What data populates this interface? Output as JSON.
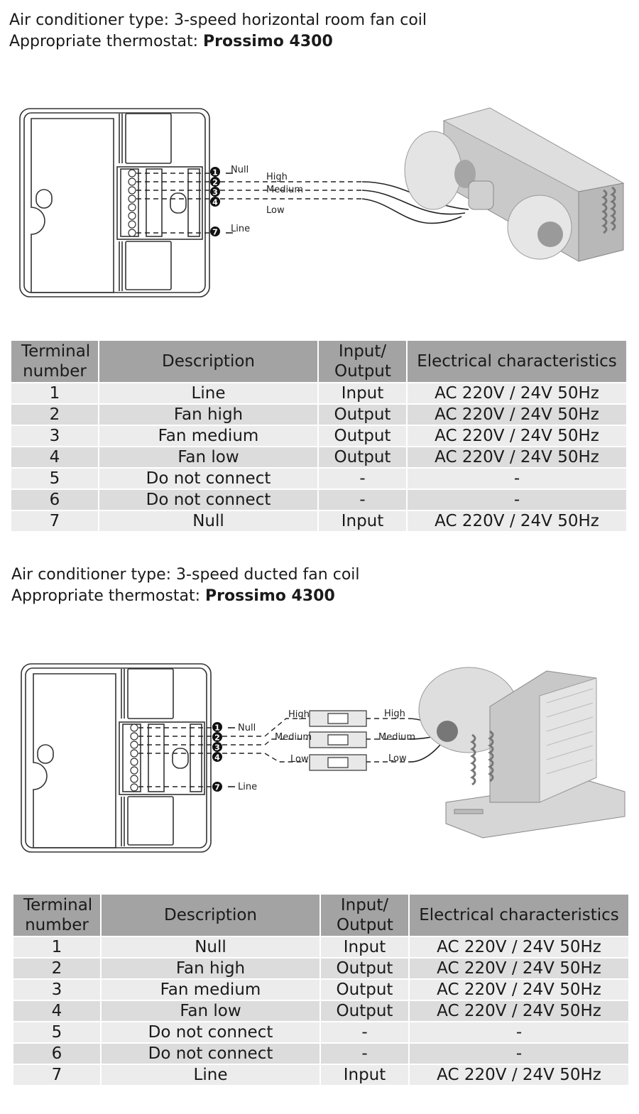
{
  "sections": [
    {
      "type_label": "Air conditioner type: 3-speed horizontal room fan coil",
      "thermostat_label": "Appropriate thermostat: ",
      "thermostat_model": "Prossimo 4300",
      "wires": {
        "null": "Null",
        "high": "High",
        "medium": "Medium",
        "low": "Low",
        "line": "Line"
      },
      "terminals": [
        "1",
        "2",
        "3",
        "4",
        "7"
      ],
      "table": {
        "headers": [
          "Terminal number",
          "Description",
          "Input/ Output",
          "Electrical characteristics"
        ],
        "rows": [
          [
            "1",
            "Line",
            "Input",
            "AC 220V / 24V 50Hz"
          ],
          [
            "2",
            "Fan high",
            "Output",
            "AC 220V / 24V 50Hz"
          ],
          [
            "3",
            "Fan medium",
            "Output",
            "AC 220V / 24V 50Hz"
          ],
          [
            "4",
            "Fan low",
            "Output",
            "AC 220V / 24V 50Hz"
          ],
          [
            "5",
            "Do not connect",
            "-",
            "-"
          ],
          [
            "6",
            "Do not connect",
            "-",
            "-"
          ],
          [
            "7",
            "Null",
            "Input",
            "AC 220V / 24V 50Hz"
          ]
        ]
      }
    },
    {
      "type_label": "Air conditioner type: 3-speed ducted fan coil",
      "thermostat_label": "Appropriate thermostat: ",
      "thermostat_model": "Prossimo 4300",
      "wires": {
        "null": "Null",
        "high": "High",
        "medium": "Medium",
        "low": "Low",
        "line": "Line"
      },
      "terminals": [
        "1",
        "2",
        "3",
        "4",
        "7"
      ],
      "table": {
        "headers": [
          "Terminal number",
          "Description",
          "Input/ Output",
          "Electrical characteristics"
        ],
        "rows": [
          [
            "1",
            "Null",
            "Input",
            "AC 220V / 24V 50Hz"
          ],
          [
            "2",
            "Fan high",
            "Output",
            "AC 220V / 24V 50Hz"
          ],
          [
            "3",
            "Fan medium",
            "Output",
            "AC 220V / 24V 50Hz"
          ],
          [
            "4",
            "Fan low",
            "Output",
            "AC 220V / 24V 50Hz"
          ],
          [
            "5",
            "Do not connect",
            "-",
            "-"
          ],
          [
            "6",
            "Do not connect",
            "-",
            "-"
          ],
          [
            "7",
            "Line",
            "Input",
            "AC 220V / 24V 50Hz"
          ]
        ]
      }
    }
  ]
}
